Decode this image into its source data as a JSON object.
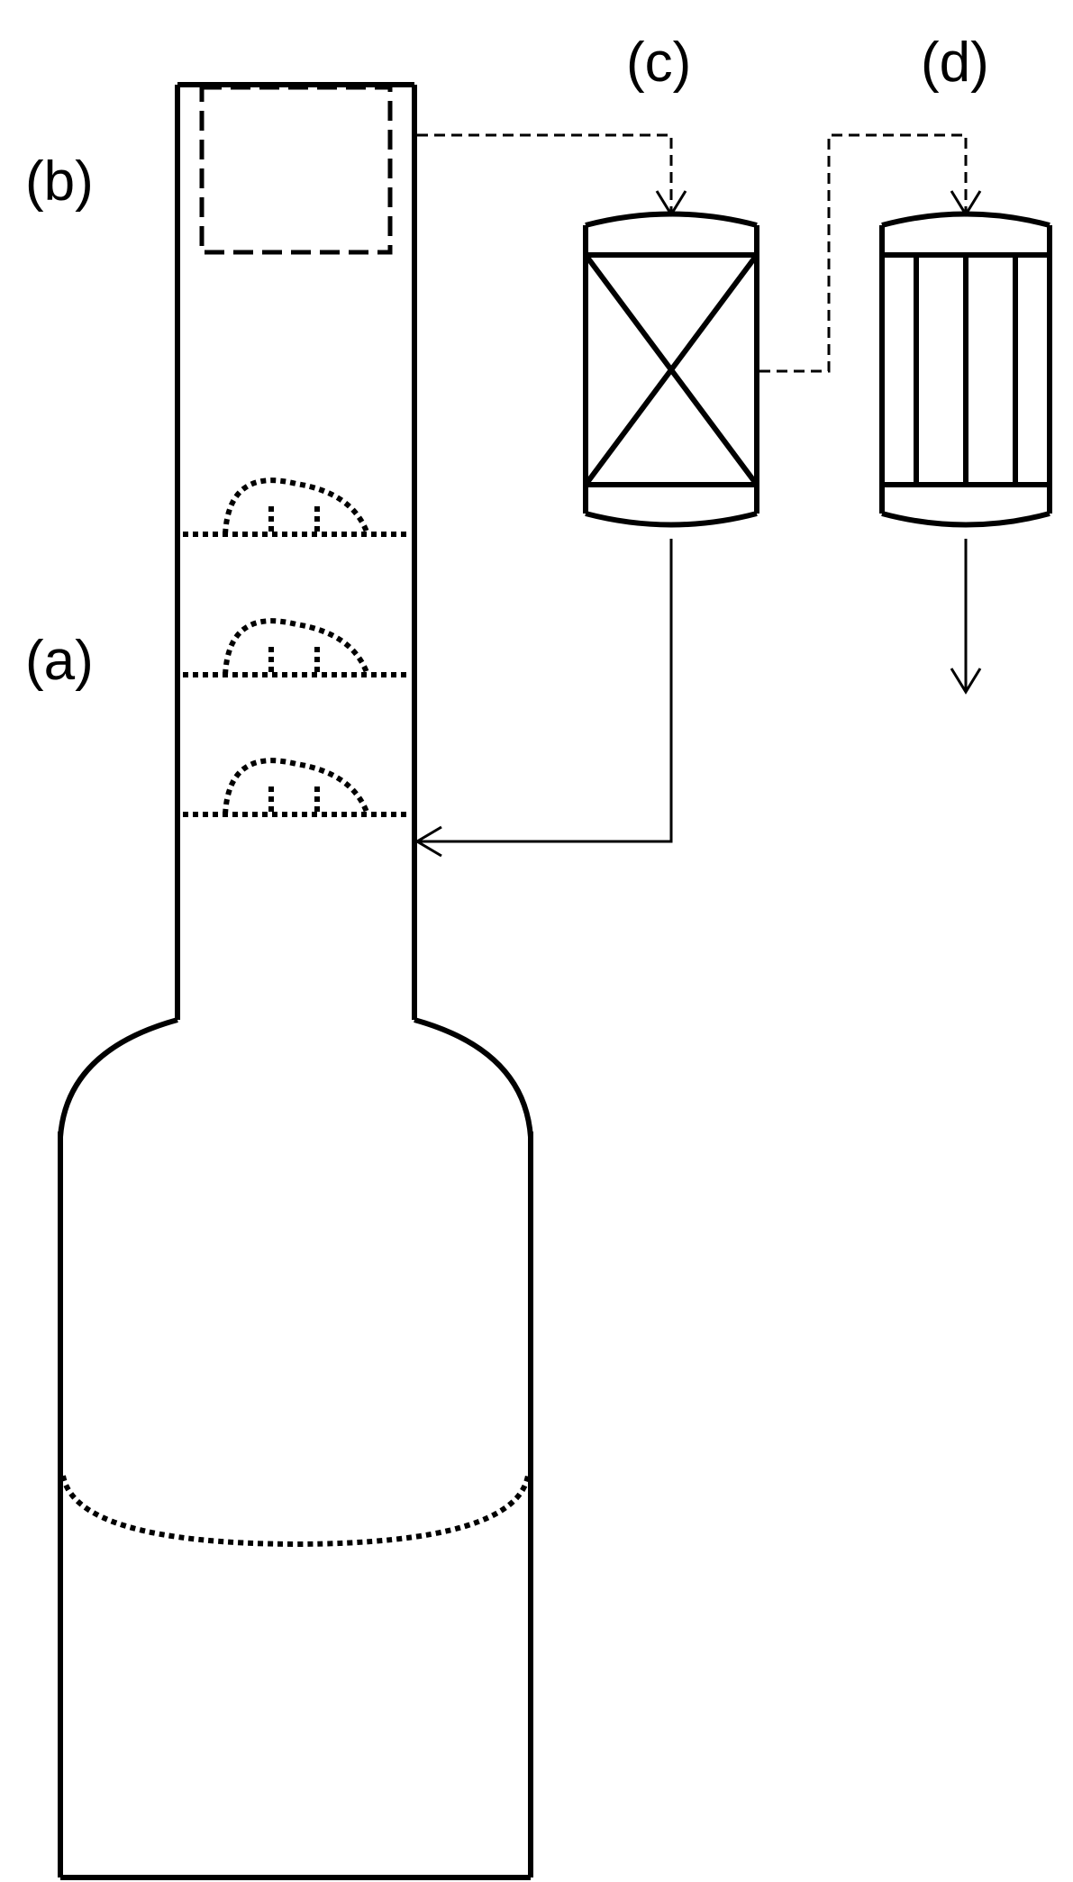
{
  "labels": {
    "a": "(a)",
    "b": "(b)",
    "c": "(c)",
    "d": "(d)"
  },
  "colors": {
    "stroke": "#000000",
    "background": "#ffffff"
  }
}
